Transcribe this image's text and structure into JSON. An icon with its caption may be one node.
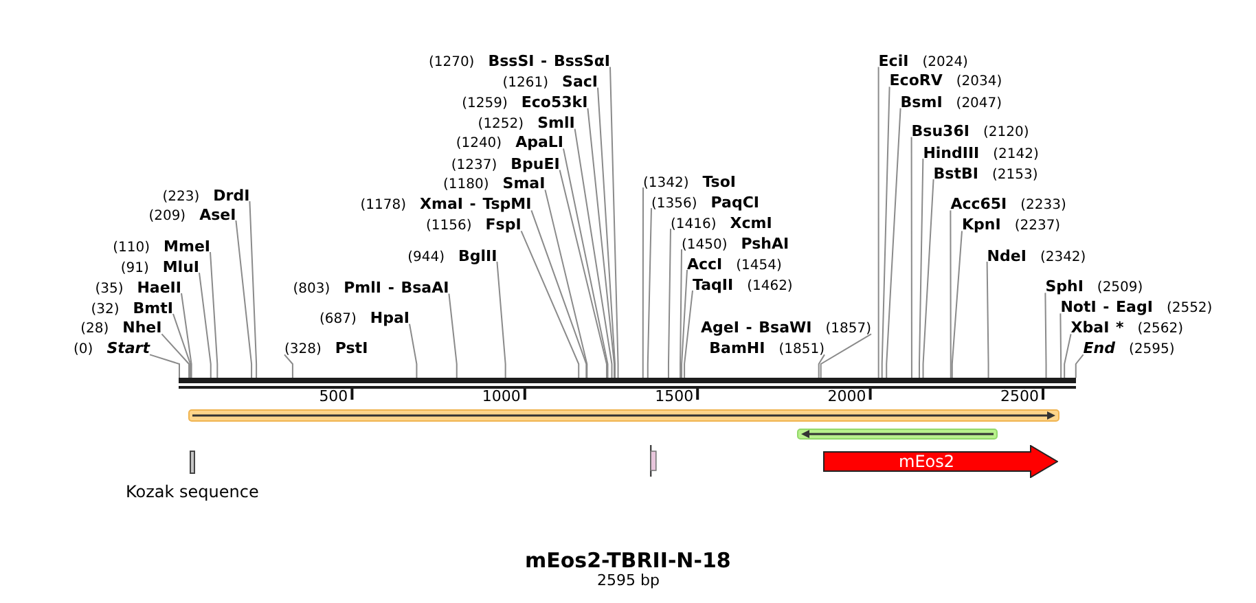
{
  "diagram": {
    "title": "mEos2-TBRII-N-18",
    "caption": "2595 bp",
    "nodes": [
      {
        "text": [
          "(0)",
          "Start"
        ]
      },
      {
        "text": [
          "(28)",
          "NheI"
        ]
      },
      {
        "text": [
          "(32)",
          "BmtI"
        ]
      },
      {
        "text": [
          "(35)",
          "HaeII"
        ]
      },
      {
        "text": [
          "(91)",
          "MluI"
        ]
      },
      {
        "text": [
          "(110)",
          "MmeI"
        ]
      },
      {
        "text": [
          "(209)",
          "AseI"
        ]
      },
      {
        "text": [
          "(223)",
          "DrdI"
        ]
      },
      {
        "text": [
          "(328)",
          "PstI"
        ]
      },
      {
        "text": [
          "(687)",
          "HpaI"
        ]
      },
      {
        "text": [
          "(803)",
          "PmlI - BsaAI"
        ]
      },
      {
        "text": [
          "(944)",
          "BglII"
        ]
      },
      {
        "text": [
          "(1156)",
          "FspI"
        ]
      },
      {
        "text": [
          "(1178)",
          "XmaI - TspMI"
        ]
      },
      {
        "text": [
          "(1180)",
          "SmaI"
        ]
      },
      {
        "text": [
          "(1237)",
          "BpuEI"
        ]
      },
      {
        "text": [
          "(1240)",
          "ApaLI"
        ]
      },
      {
        "text": [
          "(1252)",
          "SmlI"
        ]
      },
      {
        "text": [
          "(1259)",
          "Eco53kI"
        ]
      },
      {
        "text": [
          "(1261)",
          "SacI"
        ]
      },
      {
        "text": [
          "(1270)",
          "BssSI - BssSαI"
        ]
      },
      {
        "text": [
          "(1342)",
          "TsoI"
        ]
      },
      {
        "text": [
          "(1356)",
          "PaqCI"
        ]
      },
      {
        "text": [
          "(1416)",
          "XcmI"
        ]
      },
      {
        "text": [
          "(1450)",
          "PshAI"
        ]
      },
      {
        "text": [
          "AccI",
          "(1454)"
        ]
      },
      {
        "text": [
          "TaqII",
          "(1462)"
        ]
      },
      {
        "text": [
          "BamHI",
          "(1851)"
        ]
      },
      {
        "text": [
          "AgeI - BsaWI",
          "(1857)"
        ]
      },
      {
        "text": [
          "EciI",
          "(2024)"
        ]
      },
      {
        "text": [
          "EcoRV",
          "(2034)"
        ]
      },
      {
        "text": [
          "BsmI",
          "(2047)"
        ]
      },
      {
        "text": [
          "Bsu36I",
          "(2120)"
        ]
      },
      {
        "text": [
          "HindIII",
          "(2142)"
        ]
      },
      {
        "text": [
          "BstBI",
          "(2153)"
        ]
      },
      {
        "text": [
          "Acc65I",
          "(2233)"
        ]
      },
      {
        "text": [
          "KpnI",
          "(2237)"
        ]
      },
      {
        "text": [
          "NdeI",
          "(2342)"
        ]
      },
      {
        "text": [
          "SphI",
          "(2509)"
        ]
      },
      {
        "text": [
          "NotI - EagI",
          "(2552)"
        ]
      },
      {
        "text": [
          "XbaI *",
          "(2562)"
        ]
      },
      {
        "text": [
          "End",
          "(2595)"
        ]
      },
      {
        "text": [],
        "shape": "bar"
      },
      {
        "text": [],
        "shape": "arrow"
      },
      {
        "text": [],
        "shape": "arrow"
      },
      {
        "text": [],
        "shape": "box",
        "beside": [
          "Kozak sequence"
        ]
      },
      {
        "text": [],
        "shape": "box"
      },
      {
        "text": [
          "mEos2"
        ]
      }
    ],
    "edges": [
      {
        "from": 0,
        "to": 42,
        "arrow": "none"
      },
      {
        "from": 1,
        "to": 42,
        "arrow": "none"
      },
      {
        "from": 2,
        "to": 42,
        "arrow": "none"
      },
      {
        "from": 3,
        "to": 42,
        "arrow": "none"
      },
      {
        "from": 4,
        "to": 42,
        "arrow": "none"
      },
      {
        "from": 5,
        "to": 42,
        "arrow": "none"
      },
      {
        "from": 6,
        "to": 42,
        "arrow": "none"
      },
      {
        "from": 7,
        "to": 42,
        "arrow": "none"
      },
      {
        "from": 8,
        "to": 42,
        "arrow": "none"
      },
      {
        "from": 9,
        "to": 42,
        "arrow": "none"
      },
      {
        "from": 10,
        "to": 42,
        "arrow": "none"
      },
      {
        "from": 11,
        "to": 42,
        "arrow": "none"
      },
      {
        "from": 12,
        "to": 42,
        "arrow": "none"
      },
      {
        "from": 13,
        "to": 42,
        "arrow": "none"
      },
      {
        "from": 14,
        "to": 42,
        "arrow": "none"
      },
      {
        "from": 15,
        "to": 42,
        "arrow": "none"
      },
      {
        "from": 16,
        "to": 42,
        "arrow": "none"
      },
      {
        "from": 17,
        "to": 42,
        "arrow": "none"
      },
      {
        "from": 18,
        "to": 42,
        "arrow": "none"
      },
      {
        "from": 19,
        "to": 42,
        "arrow": "none"
      },
      {
        "from": 20,
        "to": 42,
        "arrow": "none"
      },
      {
        "from": 21,
        "to": 42,
        "arrow": "none"
      },
      {
        "from": 22,
        "to": 42,
        "arrow": "none"
      },
      {
        "from": 23,
        "to": 42,
        "arrow": "none"
      },
      {
        "from": 24,
        "to": 42,
        "arrow": "none"
      },
      {
        "from": 25,
        "to": 42,
        "arrow": "none"
      },
      {
        "from": 26,
        "to": 42,
        "arrow": "none"
      },
      {
        "from": 27,
        "to": 42,
        "arrow": "none"
      },
      {
        "from": 28,
        "to": 42,
        "arrow": "none"
      },
      {
        "from": 29,
        "to": 42,
        "arrow": "none"
      },
      {
        "from": 30,
        "to": 42,
        "arrow": "none"
      },
      {
        "from": 31,
        "to": 42,
        "arrow": "none"
      },
      {
        "from": 32,
        "to": 42,
        "arrow": "none"
      },
      {
        "from": 33,
        "to": 42,
        "arrow": "none"
      },
      {
        "from": 34,
        "to": 42,
        "arrow": "none"
      },
      {
        "from": 35,
        "to": 42,
        "arrow": "none"
      },
      {
        "from": 36,
        "to": 42,
        "arrow": "none"
      },
      {
        "from": 37,
        "to": 42,
        "arrow": "none"
      },
      {
        "from": 38,
        "to": 42,
        "arrow": "none"
      },
      {
        "from": 39,
        "to": 42,
        "arrow": "none"
      },
      {
        "from": 40,
        "to": 42,
        "arrow": "none"
      },
      {
        "from": 41,
        "to": 42,
        "arrow": "none"
      }
    ],
    "labels": [
      "500",
      "1000",
      "1500",
      "2000",
      "2500"
    ]
  }
}
